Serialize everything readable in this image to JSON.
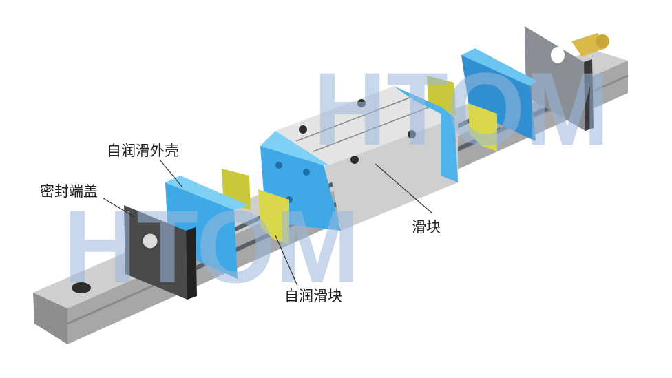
{
  "watermark": "HTOM",
  "labels": {
    "self_lube_housing": "自润滑外壳",
    "seal_end_cap": "密封端盖",
    "slider_block": "滑块",
    "self_lube_block": "自润滑块"
  },
  "colors": {
    "rail": "#b9b9b9",
    "block": "#d6d6d6",
    "blue_part": "#3ea9e6",
    "yellow_part": "#c9c83a",
    "seal": "#3a3a3a",
    "fitting": "#d8b94a"
  }
}
